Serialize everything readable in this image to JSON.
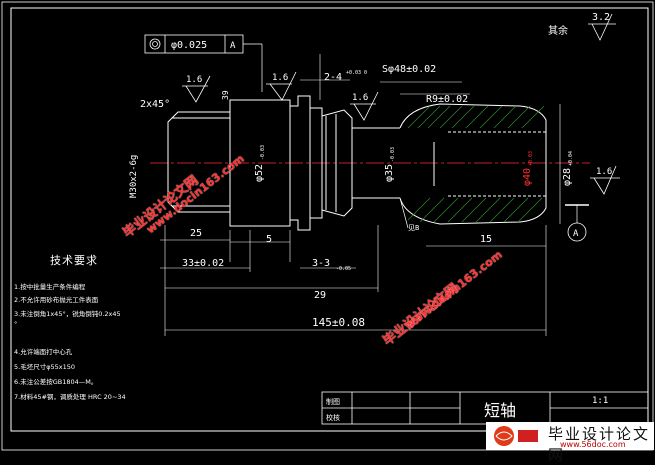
{
  "title_block": {
    "part_name": "短轴",
    "scale": "1:1",
    "designed_label": "制图",
    "checked_label": "校核"
  },
  "surface_finish": {
    "other_label": "其余",
    "other_value": "3.2",
    "values": [
      "1.6",
      "1.6",
      "1.6",
      "1.6"
    ]
  },
  "geometric_tolerance": {
    "symbol": "◎",
    "value": "φ0.025",
    "datum": "A"
  },
  "dimensions": {
    "chamfer": "2x45°",
    "thread": "M30x2-6g",
    "d39": "39",
    "keyway_top": "2-4",
    "keyway_top_tol": "+0.03 0",
    "sphere": "Sφ48±0.02",
    "radius": "R9±0.02",
    "d52": "φ52",
    "d52_tol": "-0.03",
    "d35": "φ35",
    "d35_tol": "-0.03",
    "d40": "φ40",
    "d40_tol": "+0.03",
    "d28": "φ28",
    "d28_tol": "+0.04",
    "len25": "25",
    "len5": "5",
    "len33": "33±0.02",
    "groove": "3-3",
    "groove_tol": "-0.05",
    "len15": "15",
    "len29": "29",
    "len145": "145±0.08",
    "datum_A": "A",
    "detail_note": "见B"
  },
  "requirements": {
    "title": "技术要求",
    "items": [
      "1.按中批量生产条件编程",
      "2.不允许用砂布抛光工件表面",
      "3.未注倒角1x45°，锐角倒钝0.2x45",
      "°",
      "4.允许端面打中心孔",
      "5.毛坯尺寸φ55x150",
      "6.未注公差按GB1804—M。",
      "7.材料45#钢，调质处理 HRC 20~34"
    ]
  },
  "watermark": {
    "cn": "毕业设计论文网",
    "url": "www.docin163.com",
    "footer_cn": "毕业设计论文网",
    "footer_url": "www.56doc.com"
  }
}
